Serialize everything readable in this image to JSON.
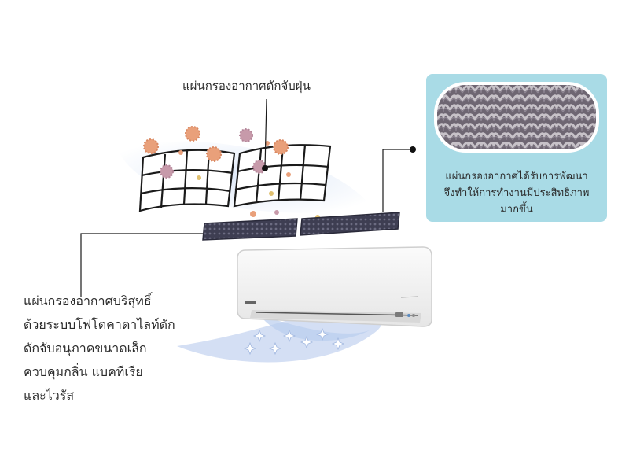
{
  "labels": {
    "top_filter": "แผ่นกรองอากาศดักจับฝุ่น",
    "info_box_text": "แผ่นกรองอากาศได้รับการพัฒนาจึงทำให้การทำงานมีประสิทธิภาพมากขึ้น",
    "info_box_line1": "แผ่นกรองอากาศได้รับการพัฒนา",
    "info_box_line2": "จึงทำให้การทำงานมีประสิทธิภาพ",
    "info_box_line3": "มากขึ้น",
    "left_line1": "แผ่นกรองอากาศบริสุทธิ์",
    "left_line2": "ด้วยระบบโฟโตคาตาไลท์ดัก",
    "left_line3": "ดักจับอนุภาคขนาดเล็ก",
    "left_line4": "ควบคุมกลิ่น แบคทีเรีย",
    "left_line5": "และไวรัส"
  },
  "colors": {
    "airflow": "#c9d9f2",
    "info_box_bg": "#a9dbe6",
    "dust_orange": "#e9a07a",
    "dust_pink": "#c79aaa",
    "filter_dark": "#3a3a4a"
  }
}
